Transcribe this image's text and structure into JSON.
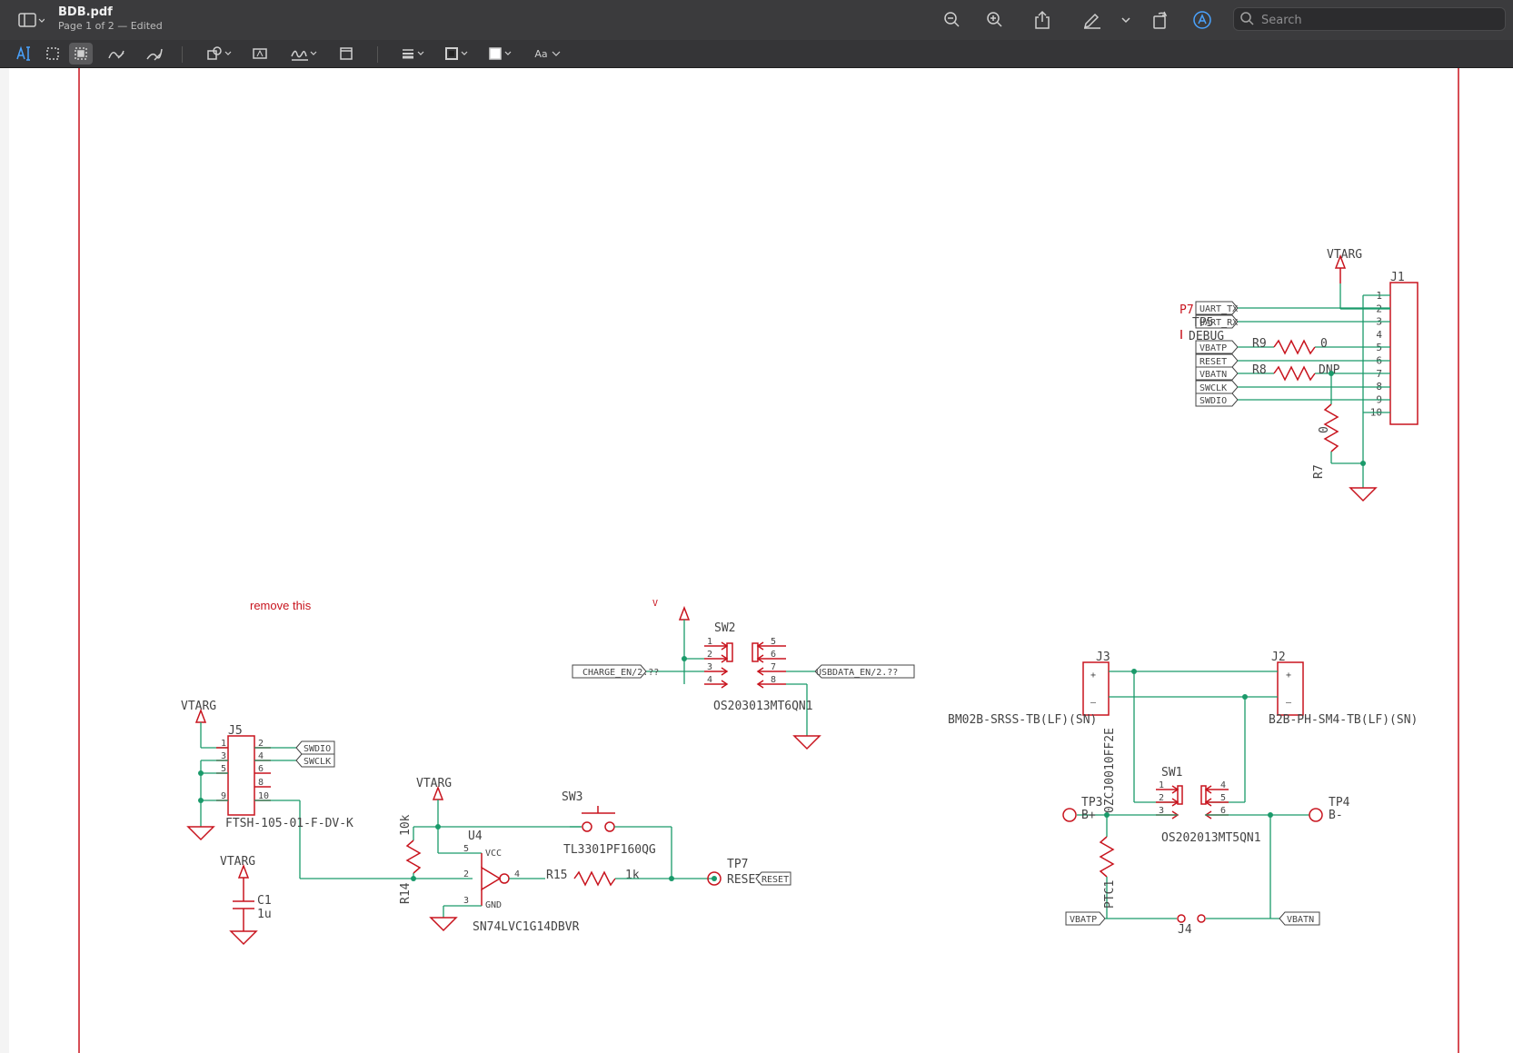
{
  "window": {
    "doc_title": "BDB.pdf",
    "doc_subtitle": "Page 1 of 2 — Edited",
    "search_placeholder": "Search"
  },
  "toolbar_icons": [
    "sidebar-icon",
    "zoom-out-icon",
    "zoom-in-icon",
    "share-icon",
    "highlight-pen-icon",
    "rotate-icon",
    "markup-icon",
    "search-icon",
    "text-select-icon",
    "rect-select-icon",
    "lasso-select-icon",
    "sketch-icon",
    "draw-icon",
    "shapes-icon",
    "text-box-icon",
    "sign-icon",
    "note-icon",
    "line-style-icon",
    "border-color-icon",
    "fill-color-icon",
    "font-style-icon"
  ],
  "toolbar": {
    "font_label": "Aa"
  },
  "colors": {
    "wire": "#1a9a6a",
    "part": "#c8141e",
    "label": "#333333",
    "titlebar": "#3b3b3d",
    "accent": "#4aa3ff"
  },
  "schematic": {
    "annotation": "remove this",
    "j1": {
      "vtarg": "VTARG",
      "ref": "J1",
      "pins": [
        "1",
        "2",
        "3",
        "4",
        "5",
        "6",
        "7",
        "8",
        "9",
        "10"
      ],
      "nets": [
        "UART_TX",
        "UART_RX",
        "VBATP",
        "RESET",
        "VBATN",
        "SWCLK",
        "SWDIO"
      ],
      "tp_overlap": "TP5",
      "debug": "DEBUG",
      "tp_fragment": "P7",
      "r9": "R9",
      "r9_val": "0",
      "r8": "R8",
      "r8_val": "DNP",
      "r7": "R7",
      "r7_val": "0"
    },
    "sw2": {
      "ref": "SW2",
      "part": "OS203013MT6QN1",
      "pins": [
        "1",
        "2",
        "3",
        "4",
        "5",
        "6",
        "7",
        "8"
      ],
      "left_net": "CHARGE_EN/2.??",
      "right_net": "USBDATA_EN/2.??",
      "top_fragment": "V"
    },
    "j5": {
      "vtarg": "VTARG",
      "ref": "J5",
      "part": "FTSH-105-01-F-DV-K",
      "pins": [
        "1",
        "2",
        "3",
        "4",
        "5",
        "6",
        "8",
        "9",
        "10"
      ],
      "nets": [
        "SWDIO",
        "SWCLK"
      ]
    },
    "c1": {
      "vtarg": "VTARG",
      "ref": "C1",
      "val": "1u"
    },
    "u4": {
      "vtarg": "VTARG",
      "ref": "U4",
      "part": "SN74LVC1G14DBVR",
      "vcc": "VCC",
      "gnd": "GND",
      "pins": [
        "5",
        "2",
        "3",
        "4"
      ],
      "r14": "R14",
      "r14_val": "10k",
      "r15": "R15",
      "r15_val": "1k"
    },
    "sw3": {
      "ref": "SW3",
      "part": "TL3301PF160QG"
    },
    "tp7": {
      "ref": "TP7",
      "label": "RESET",
      "net": "RESET"
    },
    "power": {
      "j3": "J3",
      "j3_part": "BM02B-SRSS-TB(LF)(SN)",
      "j2": "J2",
      "j2_part": "B2B-PH-SM4-TB(LF)(SN)",
      "sw1": "SW1",
      "sw1_part": "OS202013MT5QN1",
      "sw1_pins": [
        "1",
        "2",
        "3",
        "4",
        "5",
        "6"
      ],
      "tp3": "TP3",
      "tp3_label": "B+",
      "tp4": "TP4",
      "tp4_label": "B-",
      "ptc": "PTC1",
      "ptc_part": "0ZCJ0010FF2E",
      "j4": "J4",
      "vbatp": "VBATP",
      "vbatn": "VBATN",
      "plus": "+",
      "minus": "–"
    }
  }
}
